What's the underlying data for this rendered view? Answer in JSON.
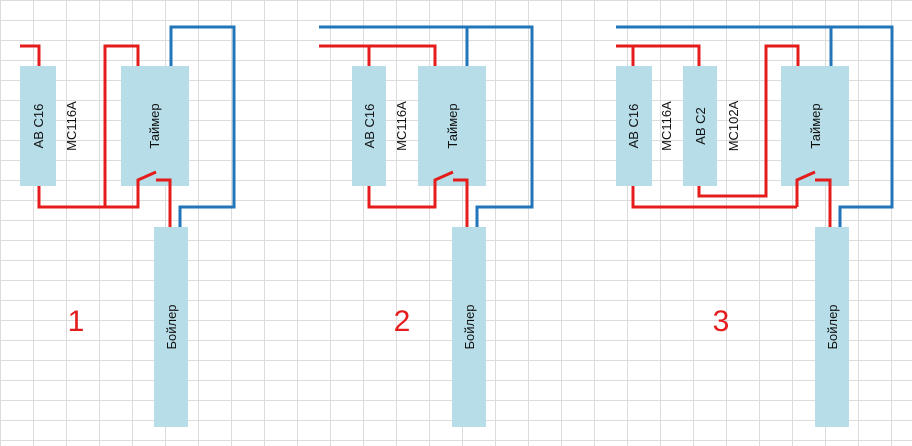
{
  "diagrams": [
    {
      "number": "1",
      "labels": {
        "breaker": "АВ С16",
        "breaker_model": "МС116А",
        "timer": "Таймер",
        "boiler": "Бойлер"
      }
    },
    {
      "number": "2",
      "labels": {
        "breaker": "АВ С16",
        "breaker_model": "МС116А",
        "timer": "Таймер",
        "boiler": "Бойлер"
      }
    },
    {
      "number": "3",
      "labels": {
        "breaker": "АВ С16",
        "breaker_model": "МС116А",
        "breaker2": "АВ С2",
        "breaker2_model": "МС102А",
        "timer": "Таймер",
        "boiler": "Бойлер"
      }
    }
  ],
  "colors": {
    "phase_wire": "#e41c1c",
    "neutral_wire": "#2275b8",
    "device_fill": "#b7dde8"
  }
}
